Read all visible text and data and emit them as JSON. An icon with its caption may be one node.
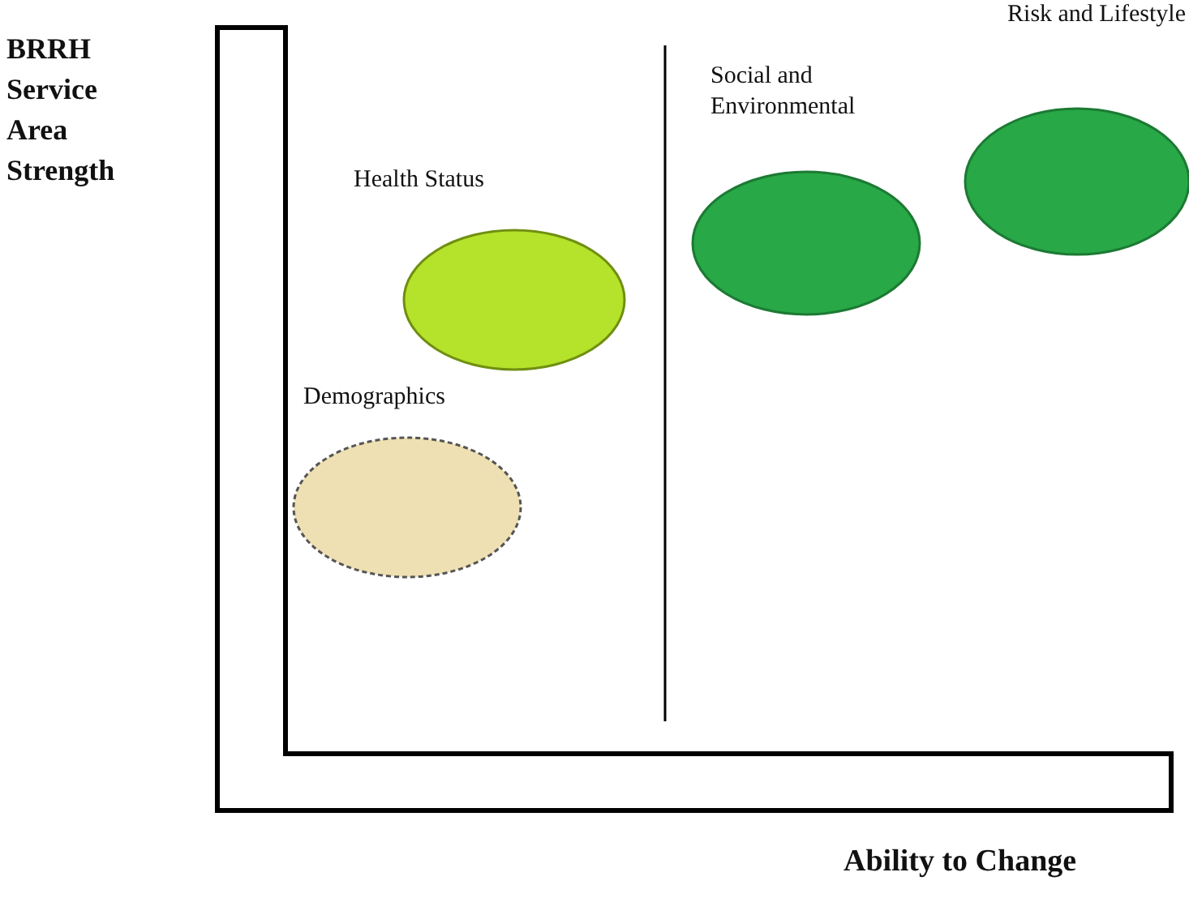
{
  "diagram": {
    "nodes": [
      {
        "text": [
          "Social and Environmental"
        ]
      },
      {
        "text": [
          "Risk and Lifestyle"
        ]
      },
      {
        "text": [
          "Health Status"
        ]
      },
      {
        "text": [
          "Demographics"
        ]
      }
    ],
    "edges": [],
    "labels": [
      "BRRH Service Area Strength",
      "Ability to Change"
    ]
  }
}
